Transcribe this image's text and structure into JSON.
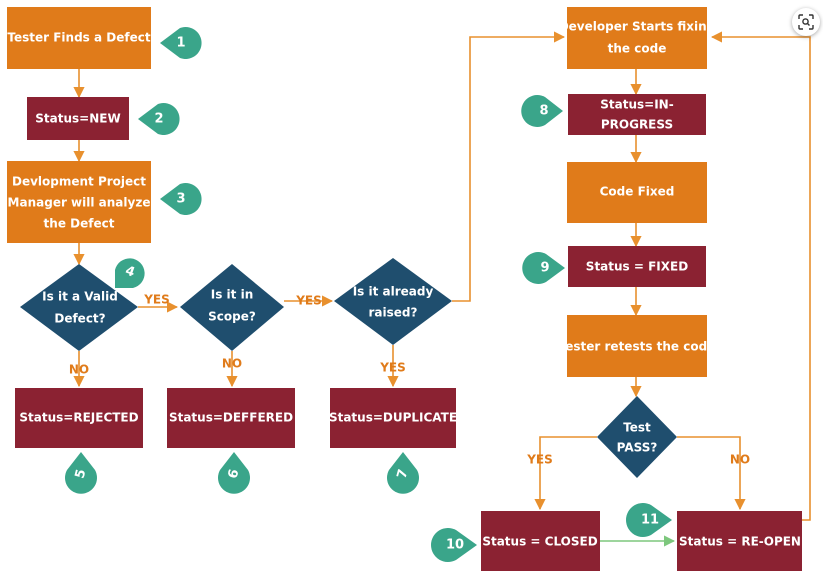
{
  "colors": {
    "orange_box": "#e07b1a",
    "red_box": "#8b2232",
    "blue_diamond": "#1f4e6e",
    "teal_marker": "#3aa58a",
    "arrow": "#e8902e",
    "green_arrow": "#7dc77d"
  },
  "boxes": {
    "tester_finds": "Tester Finds a Defect",
    "status_new": "Status=NEW",
    "pm_analyze": [
      "Devlopment Project",
      "Manager will analyze",
      "the Defect"
    ],
    "status_rejected": "Status=REJECTED",
    "status_deffered": "Status=DEFFERED",
    "status_duplicate": "Status=DUPLICATE",
    "dev_starts": [
      "Developer Starts fixing",
      "the code"
    ],
    "status_in_progress": [
      "Status=IN-",
      "PROGRESS"
    ],
    "code_fixed": "Code Fixed",
    "status_fixed": "Status = FIXED",
    "tester_retests": "Tester retests the code",
    "status_closed": "Status = CLOSED",
    "status_reopen": "Status = RE-OPEN"
  },
  "decisions": {
    "valid_defect": [
      "Is it a Valid",
      "Defect?"
    ],
    "in_scope": [
      "Is it in",
      "Scope?"
    ],
    "already_raised": [
      "Is it already",
      "raised?"
    ],
    "test_pass": [
      "Test",
      "PASS?"
    ]
  },
  "edge_labels": {
    "yes_valid": "YES",
    "no_valid": "NO",
    "yes_scope": "YES",
    "no_scope": "NO",
    "yes_raised": "YES",
    "yes_pass": "YES",
    "no_pass": "NO"
  },
  "markers": {
    "m1": "1",
    "m2": "2",
    "m3": "3",
    "m4": "4",
    "m5": "5",
    "m6": "6",
    "m7": "7",
    "m8": "8",
    "m9": "9",
    "m10": "10",
    "m11": "11"
  },
  "icons": {
    "scan": "visual-search-icon"
  }
}
